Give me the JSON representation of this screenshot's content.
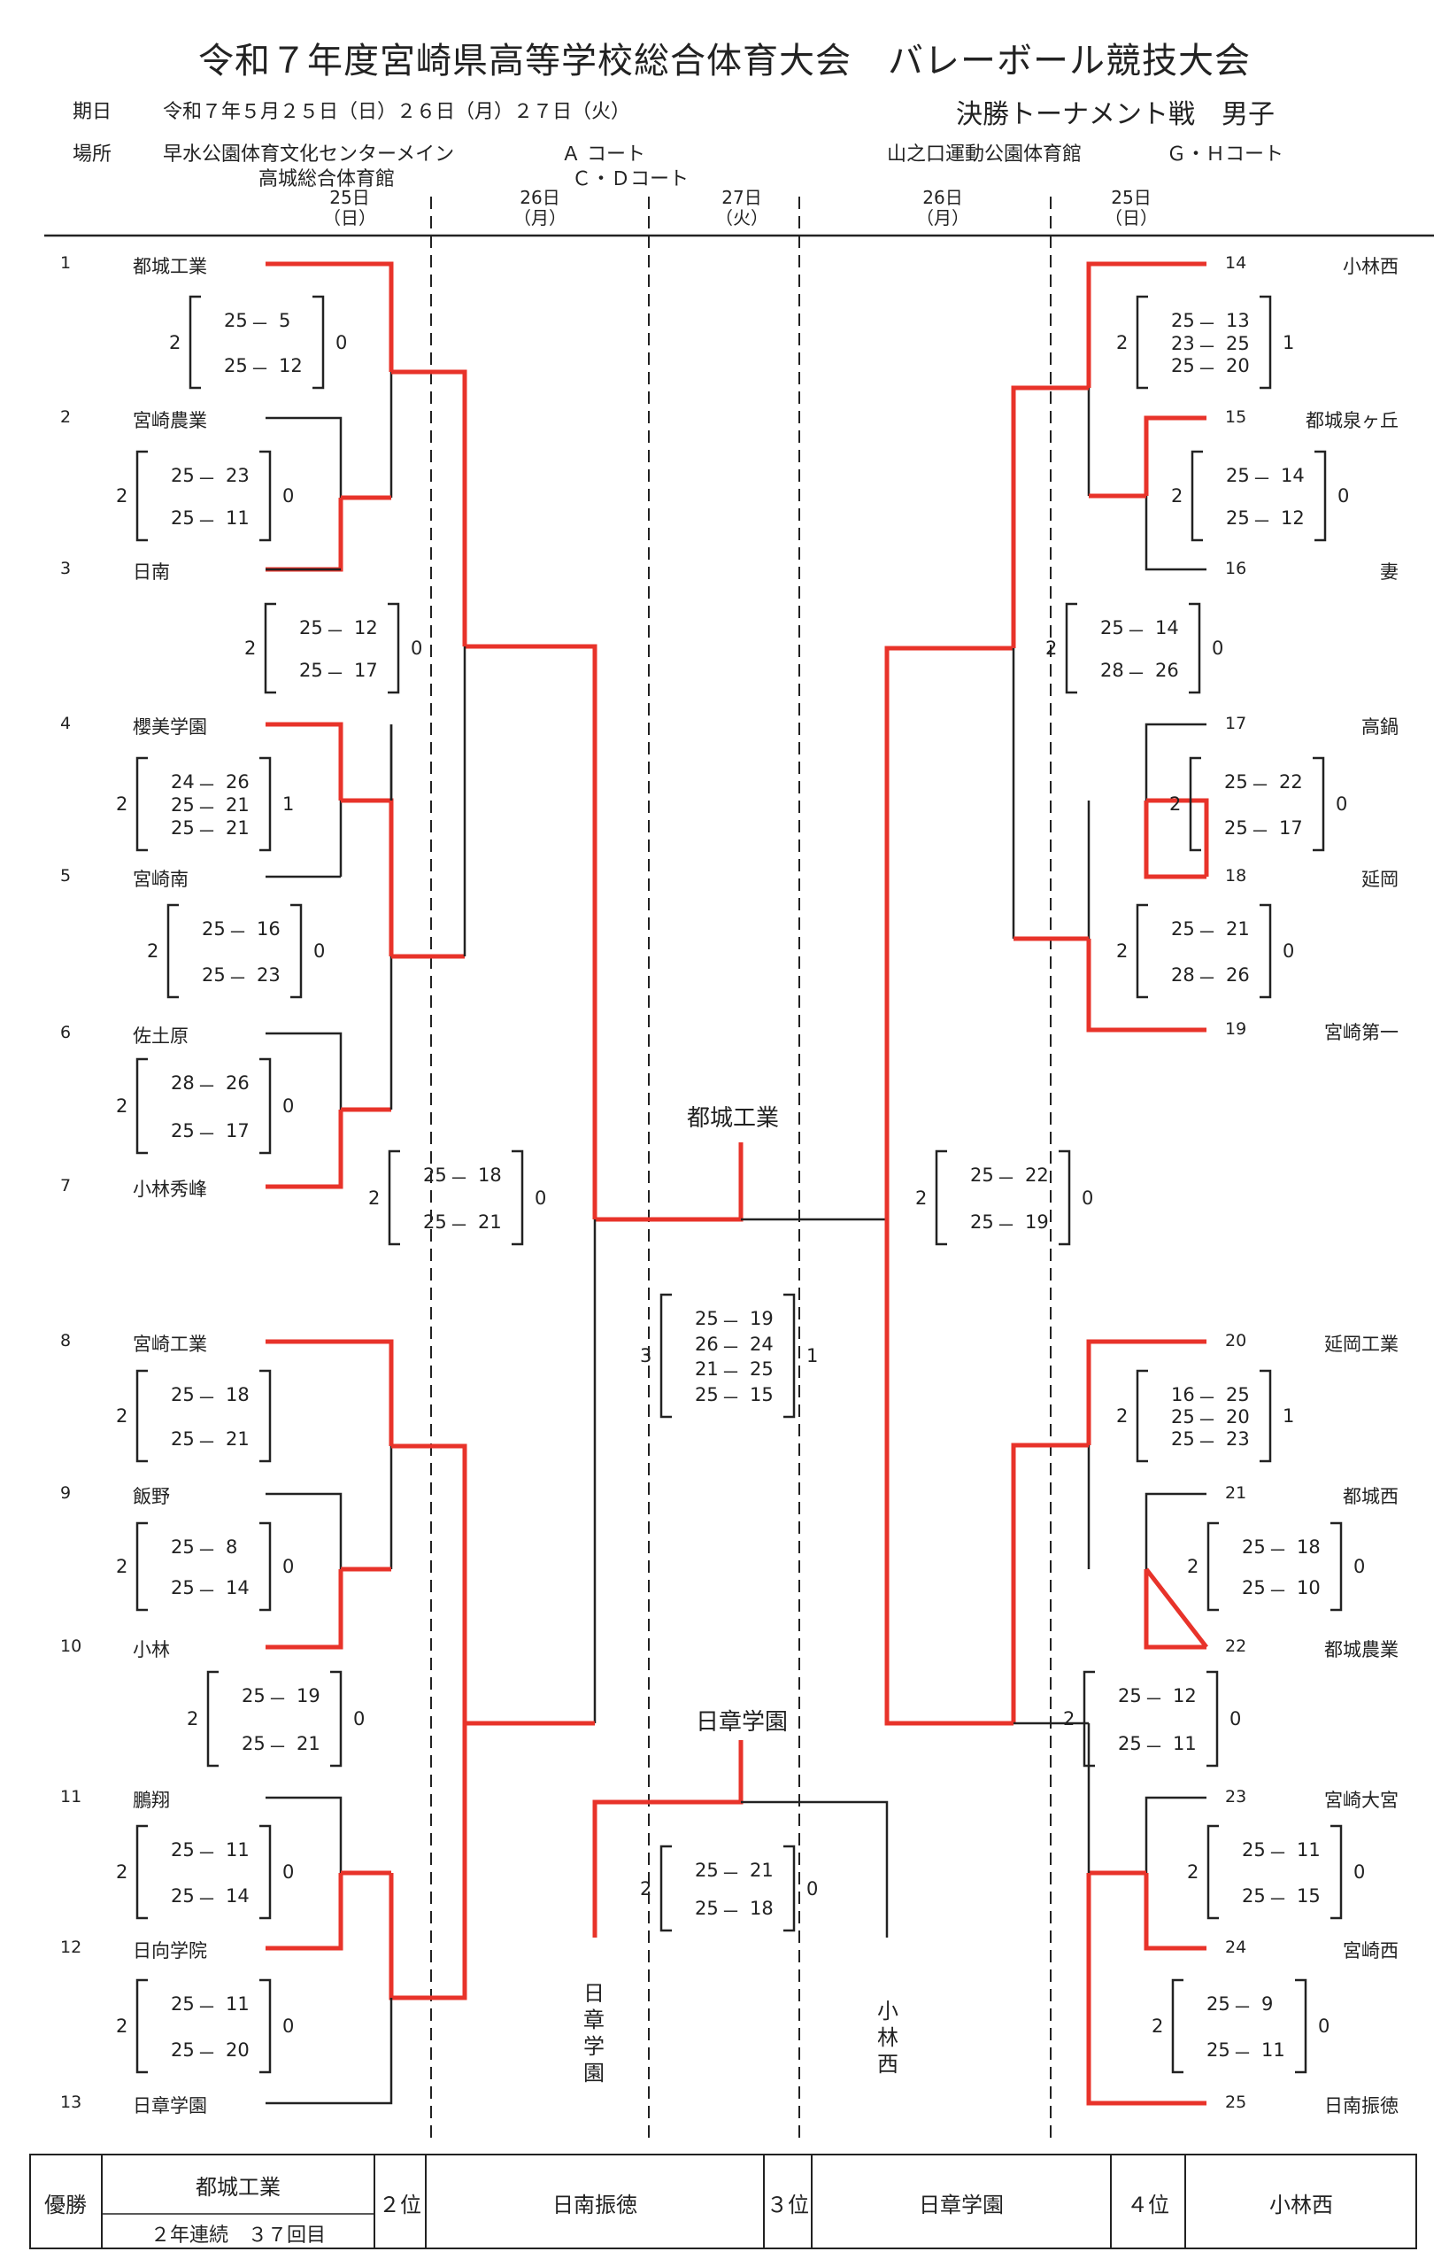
{
  "title": "令和７年度宮崎県高等学校総合体育大会　バレーボール競技大会",
  "header": {
    "period_label": "期日",
    "period_value": "令和７年５月２５日（日）２６日（月）２７日（火）",
    "place_label": "場所",
    "venue1": "早水公園体育文化センターメイン",
    "court_a": "Ａ コート",
    "venue2": "高城総合体育館",
    "court_cd": "Ｃ・Ｄコート",
    "event": "決勝トーナメント戦　男子",
    "venue3": "山之口運動公園体育館",
    "court_gh": "Ｇ・Ｈコート"
  },
  "dates": {
    "d25": "25日",
    "d25w": "（日）",
    "d26": "26日",
    "d26w": "（月）",
    "d27": "27日",
    "d27w": "（火）"
  },
  "left_teams": [
    {
      "seed": "1",
      "name": "都城工業"
    },
    {
      "seed": "2",
      "name": "宮崎農業"
    },
    {
      "seed": "3",
      "name": "日南"
    },
    {
      "seed": "4",
      "name": "櫻美学園"
    },
    {
      "seed": "5",
      "name": "宮崎南"
    },
    {
      "seed": "6",
      "name": "佐土原"
    },
    {
      "seed": "7",
      "name": "小林秀峰"
    },
    {
      "seed": "8",
      "name": "宮崎工業"
    },
    {
      "seed": "9",
      "name": "飯野"
    },
    {
      "seed": "10",
      "name": "小林"
    },
    {
      "seed": "11",
      "name": "鵬翔"
    },
    {
      "seed": "12",
      "name": "日向学院"
    },
    {
      "seed": "13",
      "name": "日章学園"
    }
  ],
  "right_teams": [
    {
      "seed": "14",
      "name": "小林西"
    },
    {
      "seed": "15",
      "name": "都城泉ヶ丘"
    },
    {
      "seed": "16",
      "name": "妻"
    },
    {
      "seed": "17",
      "name": "高鍋"
    },
    {
      "seed": "18",
      "name": "延岡"
    },
    {
      "seed": "19",
      "name": "宮崎第一"
    },
    {
      "seed": "20",
      "name": "延岡工業"
    },
    {
      "seed": "21",
      "name": "都城西"
    },
    {
      "seed": "22",
      "name": "都城農業"
    },
    {
      "seed": "23",
      "name": "宮崎大宮"
    },
    {
      "seed": "24",
      "name": "宮崎西"
    },
    {
      "seed": "25",
      "name": "日南振徳"
    }
  ],
  "scores": [
    {
      "a": "2",
      "b": "0",
      "sets": [
        [
          "25",
          "5"
        ],
        [
          "25",
          "12"
        ]
      ]
    },
    {
      "a": "2",
      "b": "0",
      "sets": [
        [
          "25",
          "23"
        ],
        [
          "25",
          "11"
        ]
      ]
    },
    {
      "a": "2",
      "b": "0",
      "sets": [
        [
          "25",
          "12"
        ],
        [
          "25",
          "17"
        ]
      ]
    },
    {
      "a": "2",
      "b": "1",
      "sets": [
        [
          "24",
          "26"
        ],
        [
          "25",
          "21"
        ],
        [
          "25",
          "21"
        ]
      ]
    },
    {
      "a": "2",
      "b": "0",
      "sets": [
        [
          "25",
          "16"
        ],
        [
          "25",
          "23"
        ]
      ]
    },
    {
      "a": "2",
      "b": "0",
      "sets": [
        [
          "28",
          "26"
        ],
        [
          "25",
          "17"
        ]
      ]
    },
    {
      "a": "2",
      "b": "0",
      "sets": [
        [
          "25",
          "18"
        ],
        [
          "25",
          "21"
        ]
      ]
    },
    {
      "a": "2",
      "b": "",
      "sets": [
        [
          "25",
          "18"
        ],
        [
          "25",
          "21"
        ]
      ]
    },
    {
      "a": "2",
      "b": "0",
      "sets": [
        [
          "25",
          "8"
        ],
        [
          "25",
          "14"
        ]
      ]
    },
    {
      "a": "2",
      "b": "0",
      "sets": [
        [
          "25",
          "19"
        ],
        [
          "25",
          "21"
        ]
      ]
    },
    {
      "a": "2",
      "b": "0",
      "sets": [
        [
          "25",
          "11"
        ],
        [
          "25",
          "14"
        ]
      ]
    },
    {
      "a": "2",
      "b": "0",
      "sets": [
        [
          "25",
          "11"
        ],
        [
          "25",
          "20"
        ]
      ]
    },
    {
      "a": "3",
      "b": "1",
      "sets": [
        [
          "25",
          "19"
        ],
        [
          "26",
          "24"
        ],
        [
          "21",
          "25"
        ],
        [
          "25",
          "15"
        ]
      ]
    },
    {
      "a": "2",
      "b": "0",
      "sets": [
        [
          "25",
          "21"
        ],
        [
          "25",
          "18"
        ]
      ]
    },
    {
      "a": "2",
      "b": "1",
      "sets": [
        [
          "25",
          "13"
        ],
        [
          "23",
          "25"
        ],
        [
          "25",
          "20"
        ]
      ]
    },
    {
      "a": "2",
      "b": "0",
      "sets": [
        [
          "25",
          "14"
        ],
        [
          "25",
          "12"
        ]
      ]
    },
    {
      "a": "2",
      "b": "0",
      "sets": [
        [
          "25",
          "14"
        ],
        [
          "28",
          "26"
        ]
      ]
    },
    {
      "a": "2",
      "b": "0",
      "sets": [
        [
          "25",
          "22"
        ],
        [
          "25",
          "17"
        ]
      ]
    },
    {
      "a": "2",
      "b": "0",
      "sets": [
        [
          "25",
          "21"
        ],
        [
          "28",
          "26"
        ]
      ]
    },
    {
      "a": "2",
      "b": "0",
      "sets": [
        [
          "25",
          "22"
        ],
        [
          "25",
          "19"
        ]
      ]
    },
    {
      "a": "2",
      "b": "1",
      "sets": [
        [
          "16",
          "25"
        ],
        [
          "25",
          "20"
        ],
        [
          "25",
          "23"
        ]
      ]
    },
    {
      "a": "2",
      "b": "0",
      "sets": [
        [
          "25",
          "18"
        ],
        [
          "25",
          "10"
        ]
      ]
    },
    {
      "a": "2",
      "b": "0",
      "sets": [
        [
          "25",
          "12"
        ],
        [
          "25",
          "11"
        ]
      ]
    },
    {
      "a": "2",
      "b": "0",
      "sets": [
        [
          "25",
          "11"
        ],
        [
          "25",
          "15"
        ]
      ]
    },
    {
      "a": "2",
      "b": "0",
      "sets": [
        [
          "25",
          "9"
        ],
        [
          "25",
          "11"
        ]
      ]
    }
  ],
  "center": {
    "champion_label": "都城工業",
    "third_label": "日章学園",
    "third_left": "日章学園",
    "third_right": "小林西"
  },
  "results": {
    "first_label": "優勝",
    "first_team": "都城工業",
    "first_note": "２年連続　３７回目",
    "second_label": "２位",
    "second_team": "日南振徳",
    "third_label": "３位",
    "third_team": "日章学園",
    "fourth_label": "４位",
    "fourth_team": "小林西"
  },
  "colors": {
    "winner_line": "#e8332a",
    "line": "#222222"
  }
}
